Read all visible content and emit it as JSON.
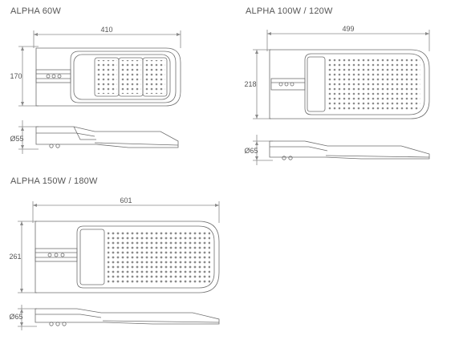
{
  "models": {
    "a60": {
      "title": "ALPHA 60W",
      "width": "410",
      "height": "170",
      "diameter": "Ø55"
    },
    "a100": {
      "title": "ALPHA 100W / 120W",
      "width": "499",
      "height": "218",
      "diameter": "Ø65"
    },
    "a150": {
      "title": "ALPHA 150W / 180W",
      "width": "601",
      "height": "261",
      "diameter": "Ø65"
    }
  },
  "colors": {
    "line": "#6e6e6e",
    "dim": "#8a8a8a",
    "text": "#555555"
  }
}
